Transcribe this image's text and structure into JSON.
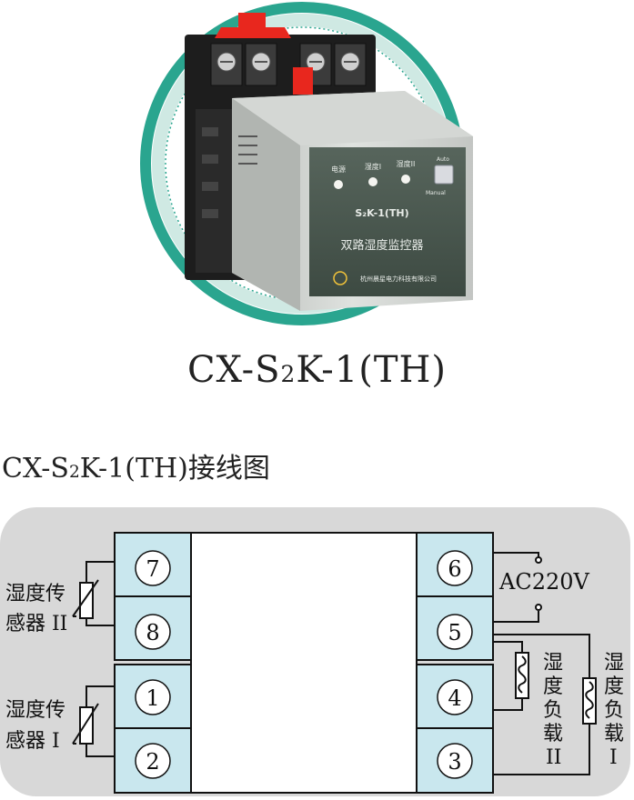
{
  "device": {
    "led_labels": [
      "电源",
      "湿度I",
      "湿度II"
    ],
    "auto_label": "Auto",
    "manual_label": "Manual",
    "model": "S₂K-1(TH)",
    "name": "双路湿度监控器",
    "company": "杭州晨星电力科技有限公司"
  },
  "title": {
    "prefix": "CX-S",
    "sub": "2",
    "suffix": "K-1(TH)"
  },
  "wiring_title": {
    "prefix": "CX-S",
    "sub": "2",
    "suffix": "K-1(TH)接线图"
  },
  "diagram": {
    "left_terminals": [
      "7",
      "8",
      "1",
      "2"
    ],
    "right_terminals": [
      "6",
      "5",
      "4",
      "3"
    ],
    "sensor2": [
      "湿度传",
      "感器 II"
    ],
    "sensor1": [
      "湿度传",
      "感器 I"
    ],
    "power": "AC220V",
    "load2": [
      "湿",
      "度",
      "负",
      "载",
      "II"
    ],
    "load1": [
      "湿",
      "度",
      "负",
      "载",
      "I"
    ]
  },
  "colors": {
    "diagram_bg": "#d8d8d8",
    "terminal_fill": "#c9e7ee",
    "teal_ring": "#2aa58f",
    "panel": "#4a5850",
    "red_clip": "#e8271e"
  }
}
